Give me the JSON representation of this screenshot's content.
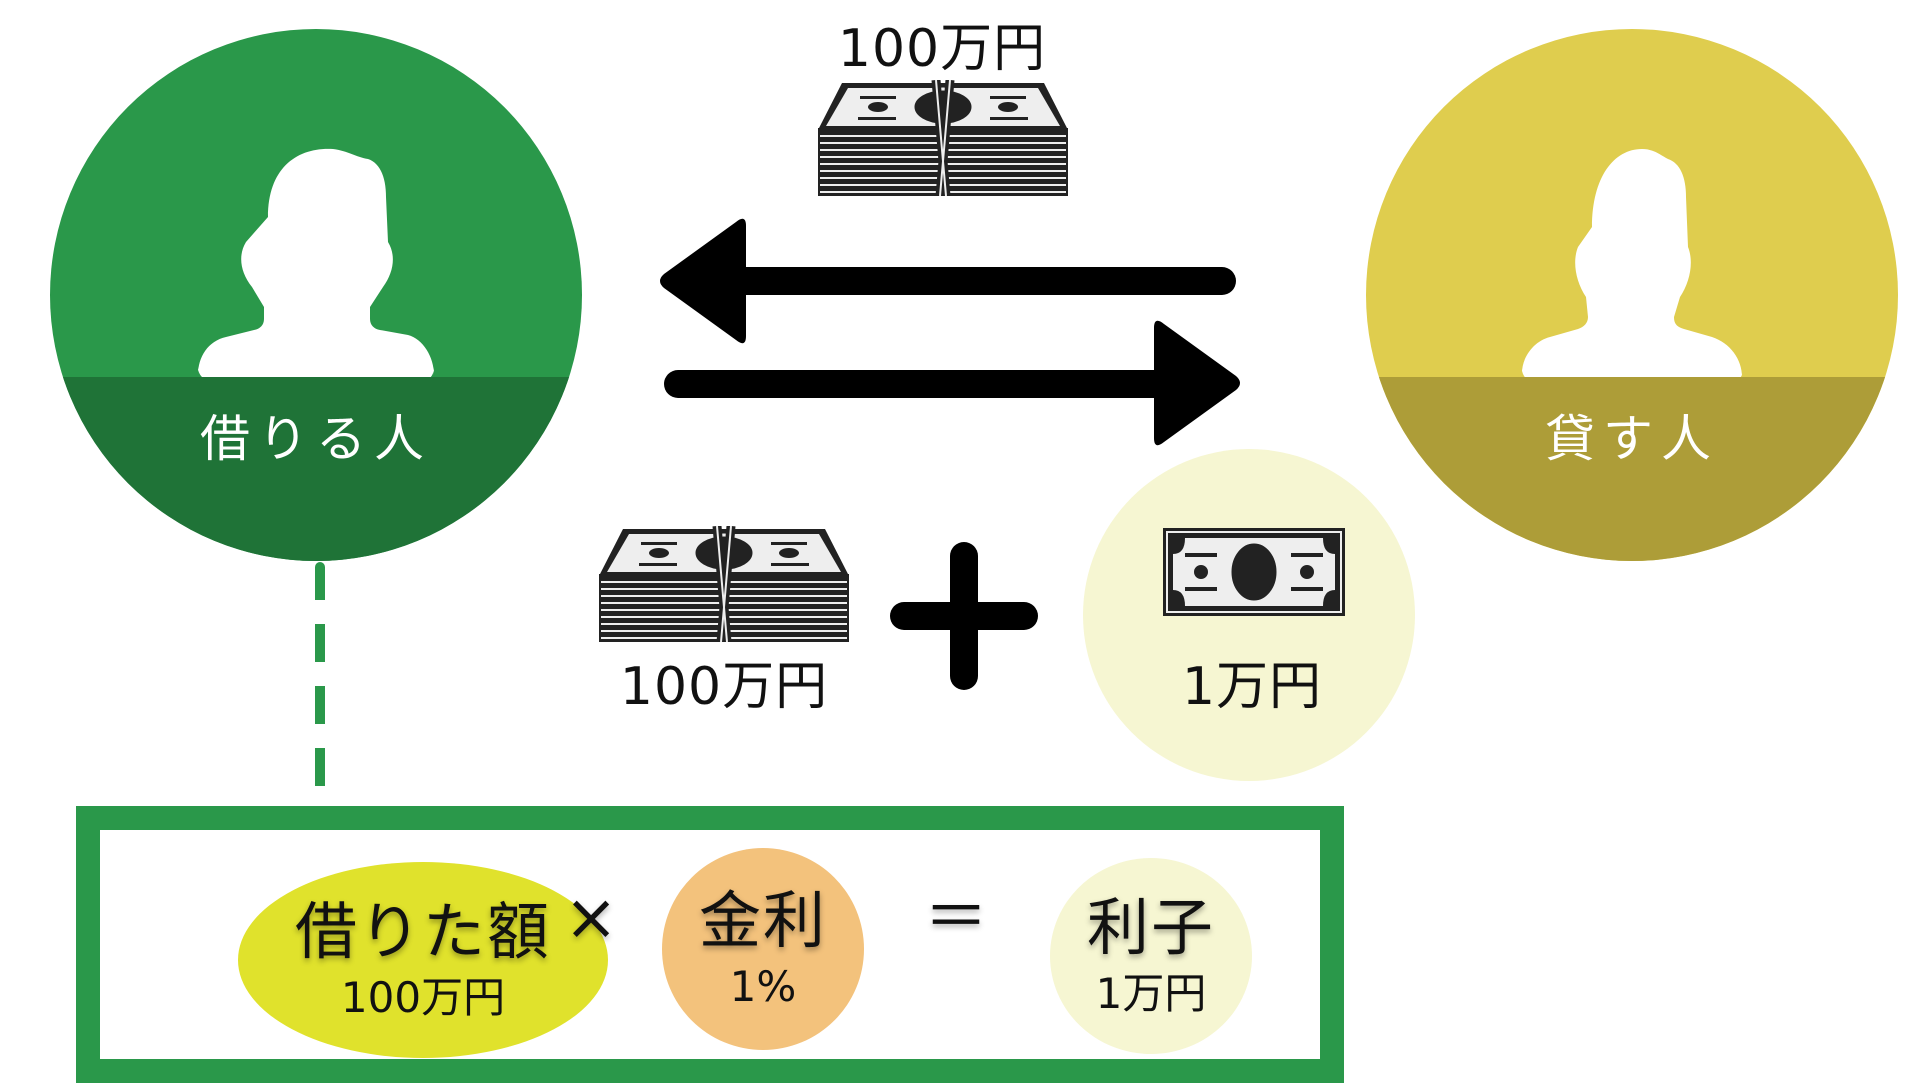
{
  "colors": {
    "borrower_circle": "#2a984a",
    "borrower_band": "#1f7337",
    "lender_circle": "#dfcd4e",
    "lender_band": "#ad9d38",
    "interest_bg": "#f6f6d2",
    "formula_border": "#2a984a",
    "borrowed_blob": "#e0e22c",
    "rate_blob": "#f3c27c",
    "interest_blob": "#f6f6d2",
    "arrow": "#000000",
    "dashed_line": "#2a984a"
  },
  "borrower": {
    "label": "借りる人",
    "icon": "person-icon"
  },
  "lender": {
    "label": "貸す人",
    "icon": "person-icon"
  },
  "loan": {
    "amount_label": "100万円",
    "icon": "money-stack-icon",
    "direction": "lender-to-borrower"
  },
  "repayment": {
    "principal_label": "100万円",
    "principal_icon": "money-stack-icon",
    "operator": "+",
    "interest_label": "1万円",
    "interest_icon": "bill-icon",
    "direction": "borrower-to-lender"
  },
  "formula": {
    "borrowed": {
      "title": "借りた額",
      "value": "100万円"
    },
    "times": "×",
    "rate": {
      "title": "金利",
      "value": "1%"
    },
    "equals": "＝",
    "interest": {
      "title": "利子",
      "value": "1万円"
    }
  }
}
